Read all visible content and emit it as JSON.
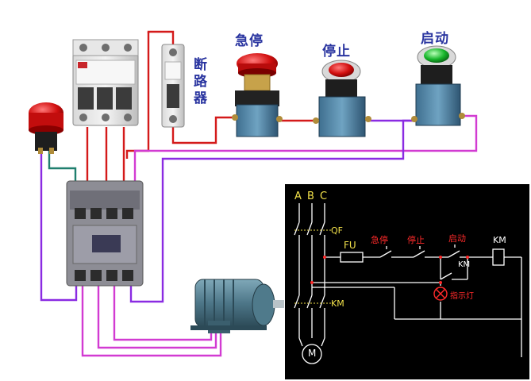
{
  "labels": {
    "emergency_stop": "急停",
    "stop": "停止",
    "start": "启动",
    "breaker": "断路器"
  },
  "schematic": {
    "phase_a": "A",
    "phase_b": "B",
    "phase_c": "C",
    "qf": "QF",
    "fu": "FU",
    "emergency_stop": "急停",
    "stop": "停止",
    "start": "启动",
    "km_coil": "KM",
    "km_aux": "KM",
    "km_main": "KM",
    "indicator": "指示灯",
    "motor": "M"
  },
  "colors": {
    "wire_red": "#d41a1a",
    "wire_purple": "#8a2be2",
    "wire_magenta": "#d23bd2",
    "wire_teal": "#1f7f6e",
    "label_blue": "#2a35a0",
    "schematic_bg": "#000000",
    "schematic_line": "#ffffff",
    "schematic_yellow": "#f2e14a",
    "schematic_red": "#ff2a2a"
  }
}
